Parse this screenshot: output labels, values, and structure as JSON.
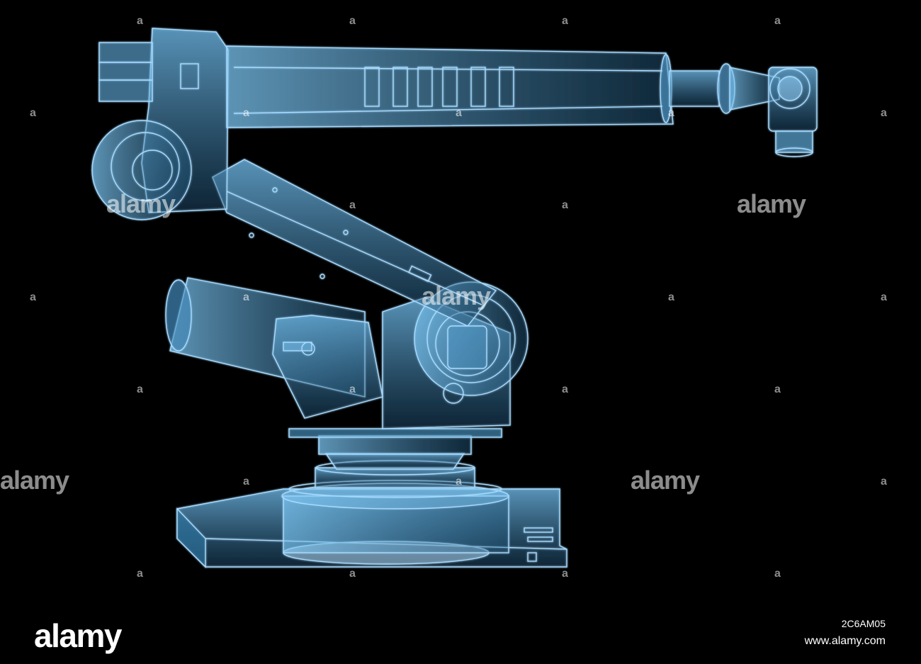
{
  "image": {
    "colors": {
      "background": "#000000",
      "xray_stroke": "#9fd6ff",
      "xray_fill": "#1f5b80",
      "xray_glow": "#5fb0e8"
    }
  },
  "watermark": {
    "text": "alamy",
    "small_mark": "a"
  },
  "footer": {
    "logo": "alamy",
    "image_id": "2C6AM05",
    "url": "www.alamy.com"
  }
}
